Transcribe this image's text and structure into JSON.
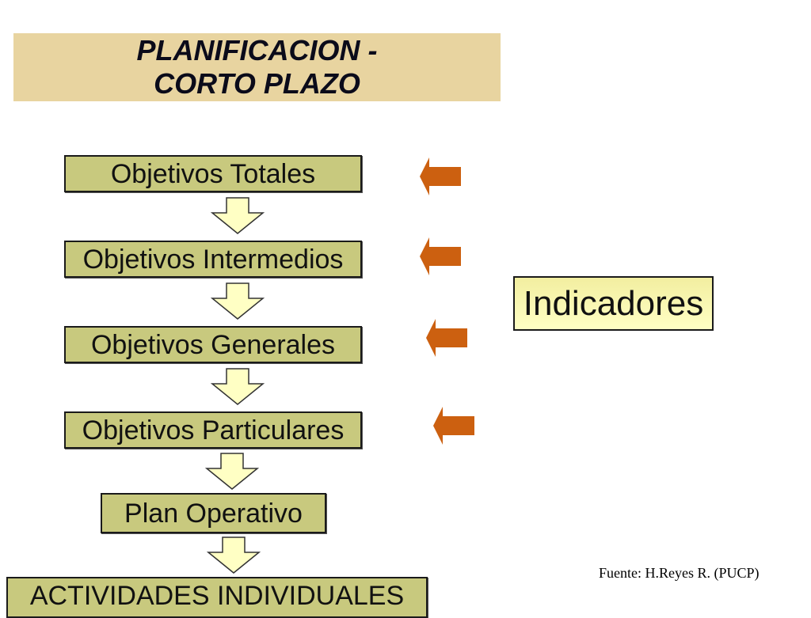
{
  "title": {
    "line1": "PLANIFICACION -",
    "line2": "CORTO PLAZO"
  },
  "flow": [
    {
      "label": "Objetivos Totales"
    },
    {
      "label": "Objetivos Intermedios"
    },
    {
      "label": "Objetivos Generales"
    },
    {
      "label": "Objetivos Particulares"
    },
    {
      "label": "Plan Operativo"
    },
    {
      "label": "ACTIVIDADES INDIVIDUALES"
    }
  ],
  "indicator": {
    "label": "Indicadores"
  },
  "source": "Fuente: H.Reyes R. (PUCP)",
  "colors": {
    "title_banner": "#e8d4a0",
    "node_fill": "#c8c97e",
    "down_arrow_fill": "#ffffc4",
    "left_arrow_fill": "#cc6010",
    "indicator_fill": "#ffffc4"
  },
  "icons": {
    "flow_connector": "down-arrow-icon",
    "indicator_pointer": "left-arrow-icon"
  }
}
